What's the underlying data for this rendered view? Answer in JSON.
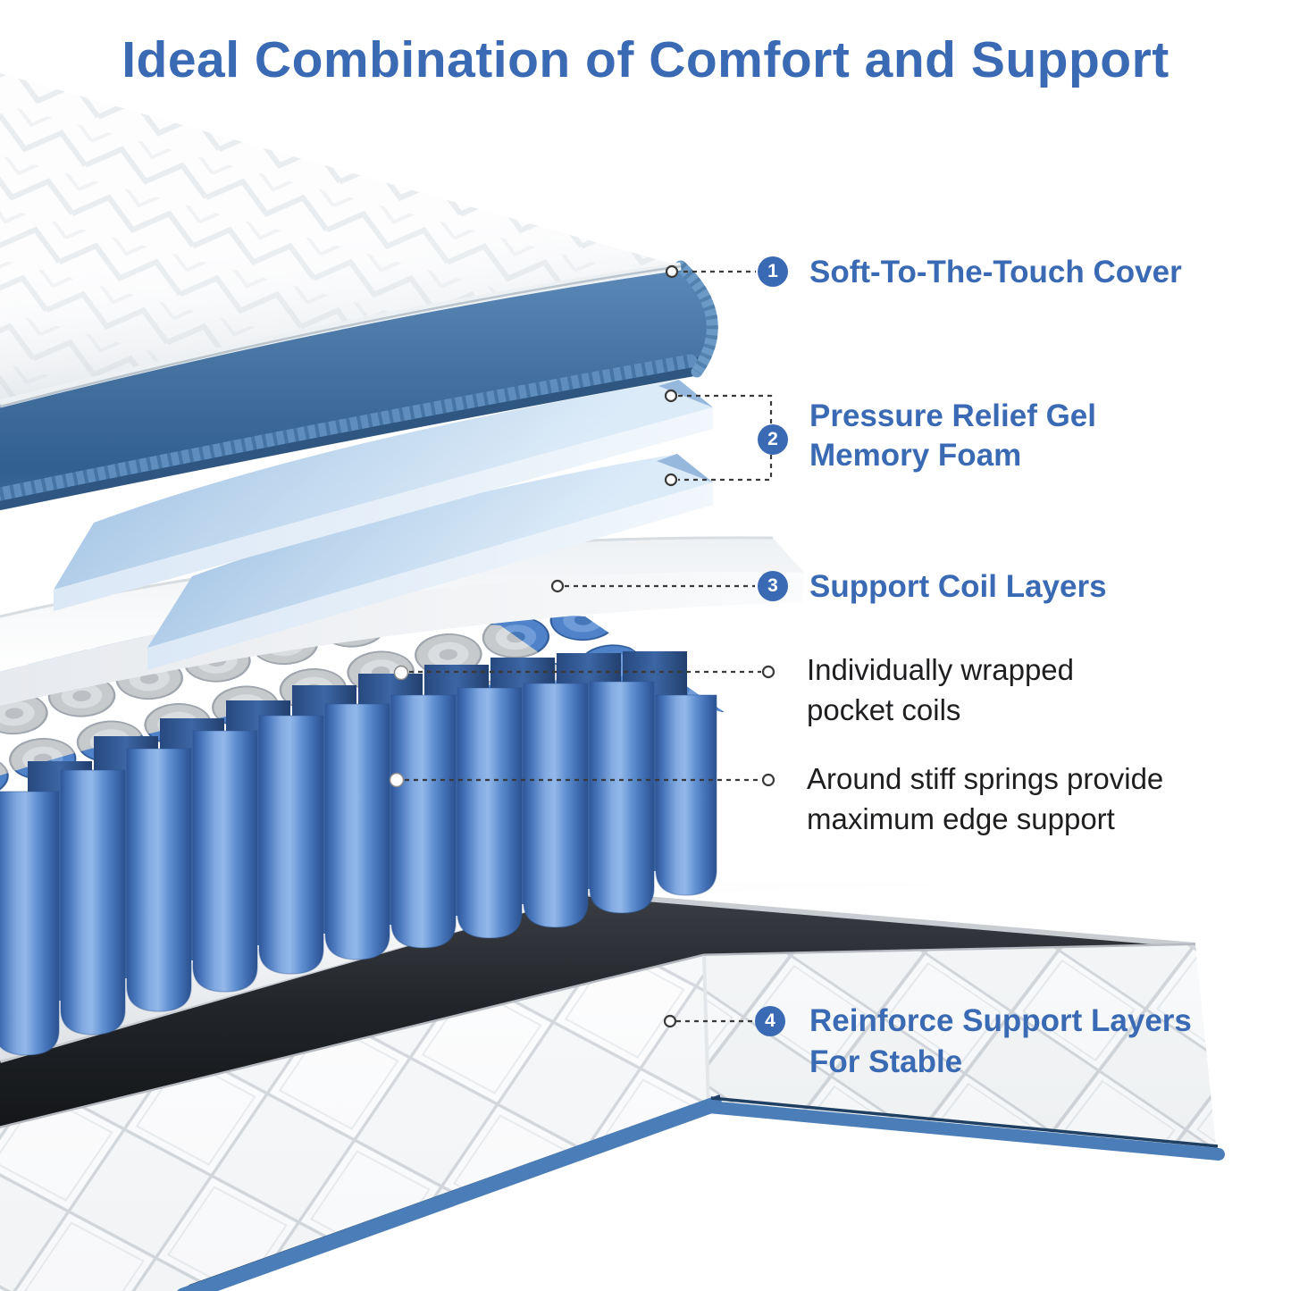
{
  "title": {
    "text": "Ideal Combination of Comfort and Support"
  },
  "callouts": {
    "c1": {
      "number": "1",
      "label": "Soft-To-The-Touch Cover"
    },
    "c2": {
      "number": "2",
      "label": "Pressure Relief Gel\nMemory Foam"
    },
    "c3": {
      "number": "3",
      "label": "Support Coil Layers"
    },
    "c4": {
      "number": "4",
      "label": "Reinforce Support Layers\nFor Stable"
    }
  },
  "notes": {
    "n1": {
      "text": "Individually wrapped\npocket coils"
    },
    "n2": {
      "text": "Around stiff springs provide\nmaximum edge support"
    }
  },
  "colors": {
    "accent_blue": "#3a6ab3",
    "note_text": "#1e1e20",
    "band_blue": "#41699b",
    "coil_blue": "#4f82cb",
    "gel_blue": "#b7d2ec",
    "base_black": "#1b1d20"
  }
}
